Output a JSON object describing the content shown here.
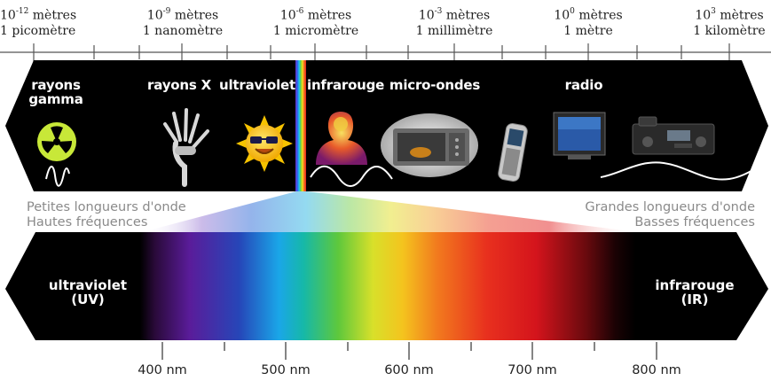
{
  "scale": [
    {
      "exp": "-12",
      "unit": " mètres",
      "name": "1 picomètre"
    },
    {
      "exp": "-9",
      "unit": " mètres",
      "name": "1 nanomètre"
    },
    {
      "exp": "-6",
      "unit": " mètres",
      "name": "1 micromètre"
    },
    {
      "exp": "-3",
      "unit": " mètres",
      "name": "1 millimètre"
    },
    {
      "exp": "0",
      "unit": " mètres",
      "name": "1 mètre"
    },
    {
      "exp": "3",
      "unit": " mètres",
      "name": "1 kilomètre"
    }
  ],
  "scale_base": "10",
  "bands": {
    "gamma": "rayons\ngamma",
    "xray": "rayons X",
    "uv": "ultraviolet",
    "ir": "infrarouge",
    "micro": "micro-ondes",
    "radio": "radio"
  },
  "left_text": [
    "Petites longueurs d'onde",
    "Hautes fréquences"
  ],
  "right_text": [
    "Grandes longueurs d'onde",
    "Basses fréquences"
  ],
  "spectrum": {
    "left_label": [
      "ultraviolet",
      "(UV)"
    ],
    "right_label": [
      "infrarouge",
      "(IR)"
    ]
  },
  "nm_ticks": [
    "400 nm",
    "500 nm",
    "600 nm",
    "700 nm",
    "800 nm"
  ],
  "colors": {
    "band": "#000000",
    "radiation": "#c8e838",
    "sun": "#f7c300"
  }
}
